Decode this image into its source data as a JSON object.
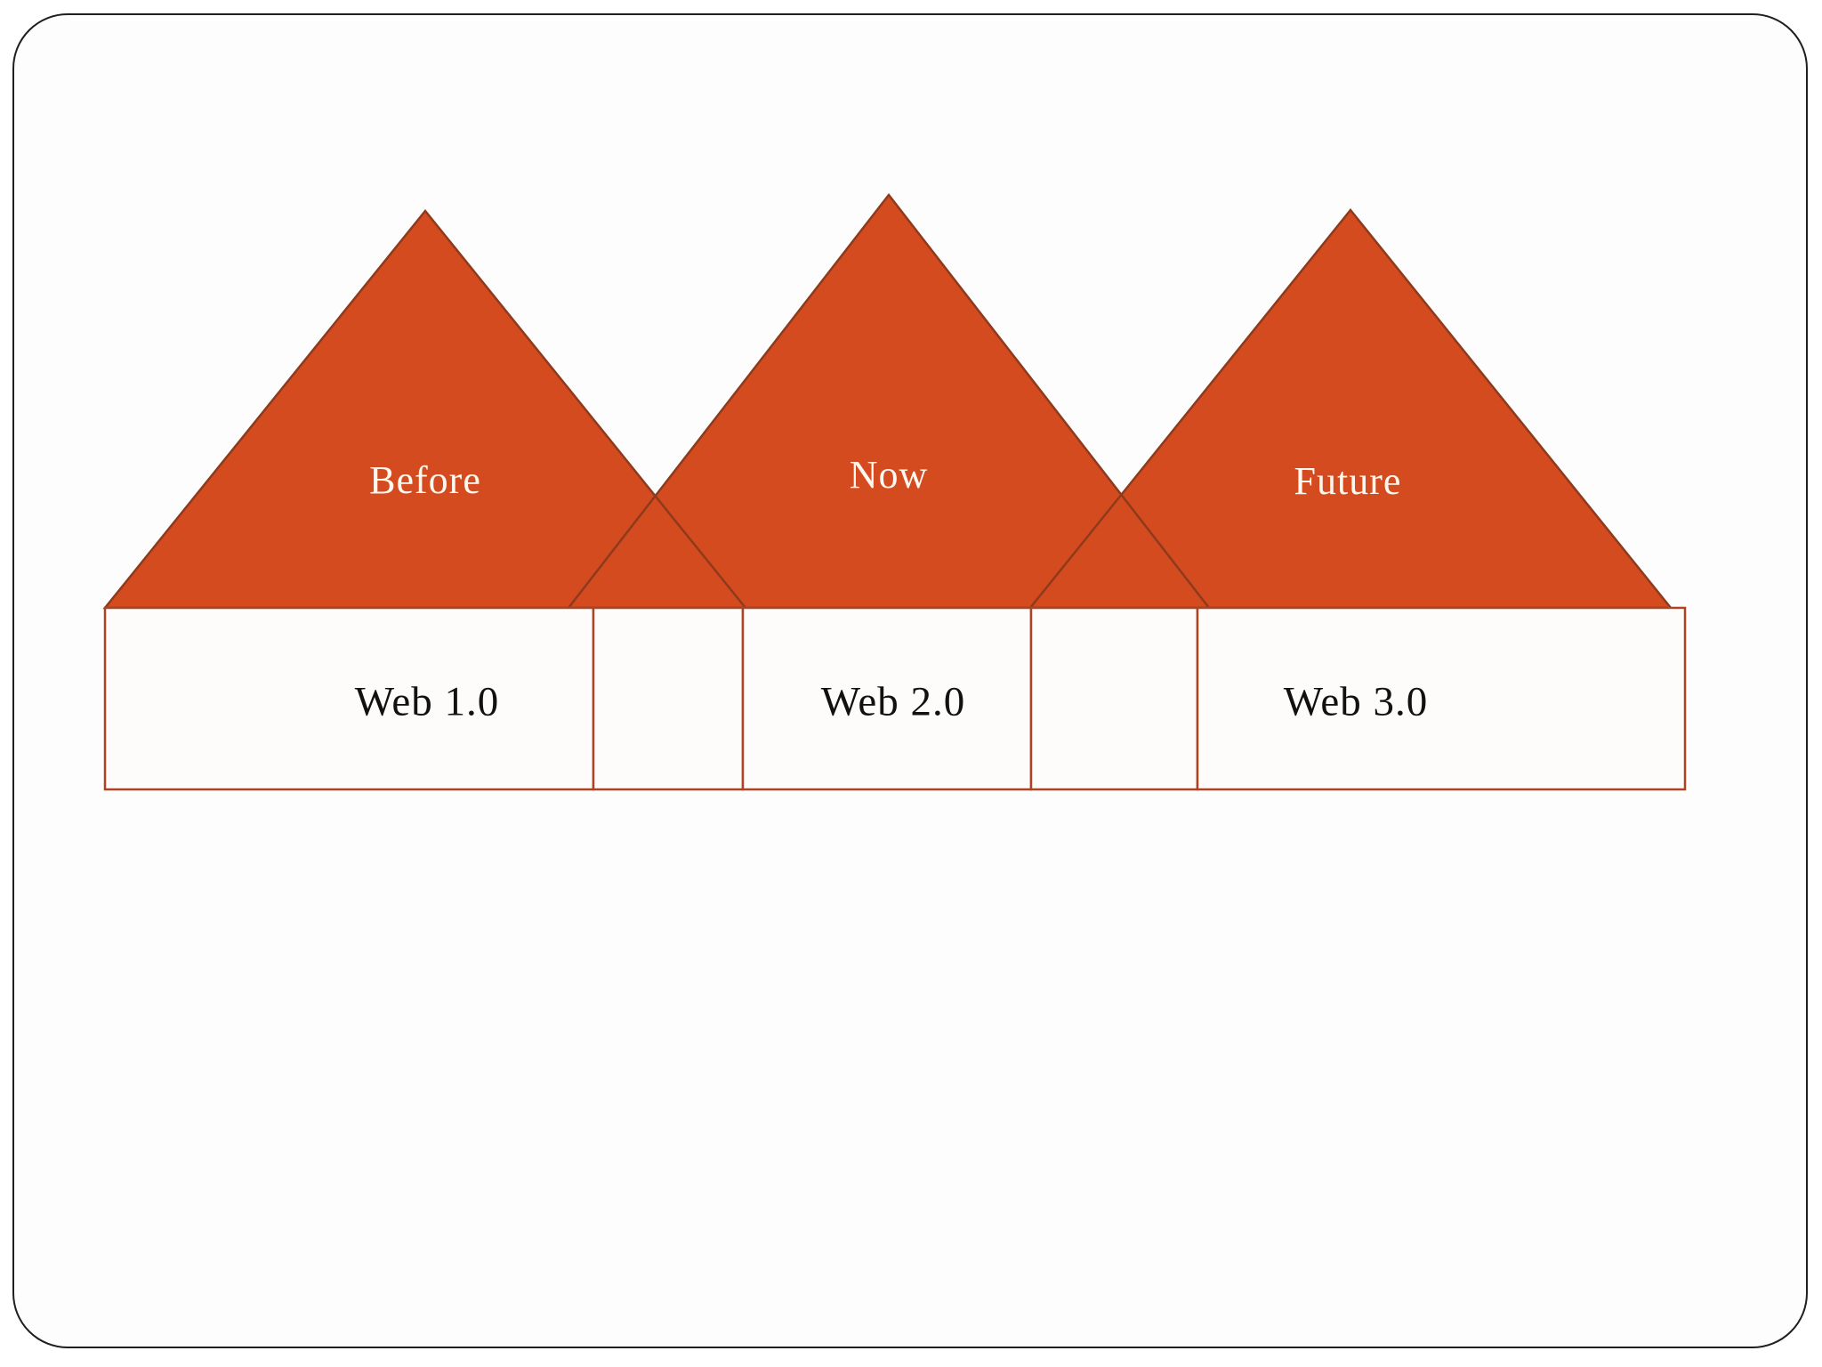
{
  "slide": {
    "background": "#fdfdfd",
    "border_color": "#1f1f1f"
  },
  "colors": {
    "triangle_fill": "#d34b1f",
    "triangle_stroke": "#8e3a1c",
    "cell_fill": "#fdfcfa",
    "cell_border": "#ad4323",
    "period_label_color": "#fcf8ef",
    "web_label_color": "#111111"
  },
  "diagram": {
    "type": "pyramid-timeline",
    "stages": [
      {
        "period": "Before",
        "web": "Web 1.0"
      },
      {
        "period": "Now",
        "web": "Web 2.0"
      },
      {
        "period": "Future",
        "web": "Web 3.0"
      }
    ]
  }
}
